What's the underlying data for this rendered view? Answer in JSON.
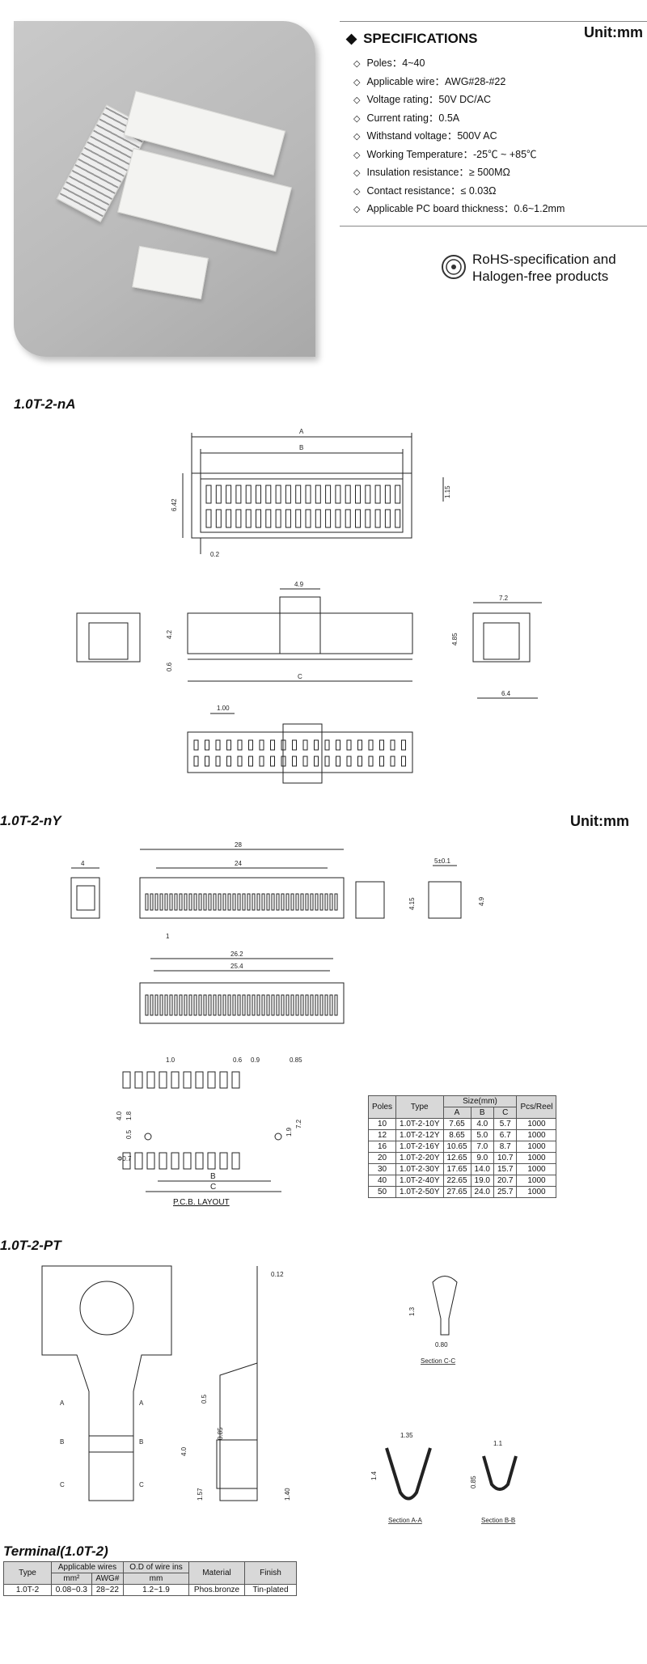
{
  "specs": {
    "title": "SPECIFICATIONS",
    "unit": "Unit:mm",
    "items": [
      "Poles：4~40",
      "Applicable wire：AWG#28-#22",
      "Voltage rating：50V DC/AC",
      "Current rating：0.5A",
      "Withstand voltage：500V AC",
      "Working Temperature：-25℃ ~ +85℃",
      "Insulation resistance：≥ 500MΩ",
      "Contact resistance：≤ 0.03Ω",
      "Applicable PC board thickness：0.6~1.2mm"
    ]
  },
  "rohs": {
    "line1": "RoHS-specification and",
    "line2": "Halogen-free products"
  },
  "sec_na": {
    "title": "1.0T-2-nA",
    "dims": {
      "a": "A",
      "b": "B",
      "c": "C",
      "h1": "6.42",
      "p": "1.15",
      "t": "0.2",
      "w49": "4.9",
      "h42": "4.2",
      "h06": "0.6",
      "w72": "7.2",
      "h485": "4.85",
      "w64": "6.4",
      "p100": "1.00"
    }
  },
  "sec_ny": {
    "title": "1.0T-2-nY",
    "unit": "Unit:mm",
    "dims": {
      "d4": "4",
      "d28": "28",
      "d24": "24",
      "d1": "1",
      "d262": "26.2",
      "d254": "25.4",
      "d5": "5±0.1",
      "d415": "4.15",
      "d49": "4.9"
    }
  },
  "pcb": {
    "caption": "P.C.B. LAYOUT",
    "dims": {
      "p10": "1.0",
      "p06": "0.6",
      "p09": "0.9",
      "p085": "0.85",
      "h40": "4.0",
      "h18": "1.8",
      "h05": "0.5",
      "h19": "1.9",
      "h72": "7.2",
      "dia": "Φ0.7",
      "b": "B",
      "c": "C"
    }
  },
  "ny_table": {
    "h_poles": "Poles",
    "h_type": "Type",
    "h_size": "Size(mm)",
    "h_a": "A",
    "h_b": "B",
    "h_c": "C",
    "h_pcs": "Pcs/Reel",
    "rows": [
      [
        "10",
        "1.0T-2-10Y",
        "7.65",
        "4.0",
        "5.7",
        "1000"
      ],
      [
        "12",
        "1.0T-2-12Y",
        "8.65",
        "5.0",
        "6.7",
        "1000"
      ],
      [
        "16",
        "1.0T-2-16Y",
        "10.65",
        "7.0",
        "8.7",
        "1000"
      ],
      [
        "20",
        "1.0T-2-20Y",
        "12.65",
        "9.0",
        "10.7",
        "1000"
      ],
      [
        "30",
        "1.0T-2-30Y",
        "17.65",
        "14.0",
        "15.7",
        "1000"
      ],
      [
        "40",
        "1.0T-2-40Y",
        "22.65",
        "19.0",
        "20.7",
        "1000"
      ],
      [
        "50",
        "1.0T-2-50Y",
        "27.65",
        "24.0",
        "25.7",
        "1000"
      ]
    ]
  },
  "sec_pt": {
    "title": "1.0T-2-PT",
    "dims": {
      "a": "A",
      "b": "B",
      "c": "C",
      "t012": "0.12",
      "h05": "0.5",
      "h40": "4.0",
      "h085": "0.85",
      "h157": "1.57",
      "h140": "1.40",
      "h13": "1.3",
      "w080": "0.80",
      "w135": "1.35",
      "h14": "1.4",
      "w11": "1.1",
      "h085b": "0.85",
      "cc": "Section C-C",
      "aa": "Section A-A",
      "bb": "Section B-B"
    }
  },
  "terminal": {
    "title": "Terminal(1.0T-2)",
    "h_type": "Type",
    "h_wires": "Applicable wires",
    "h_od": "O.D of wire ins",
    "h_material": "Material",
    "h_finish": "Finish",
    "h_mm2": "mm²",
    "h_awg": "AWG#",
    "h_mm": "mm",
    "row": [
      "1.0T-2",
      "0.08~0.3",
      "28~22",
      "1.2~1.9",
      "Phos.bronze",
      "Tin-plated"
    ]
  }
}
